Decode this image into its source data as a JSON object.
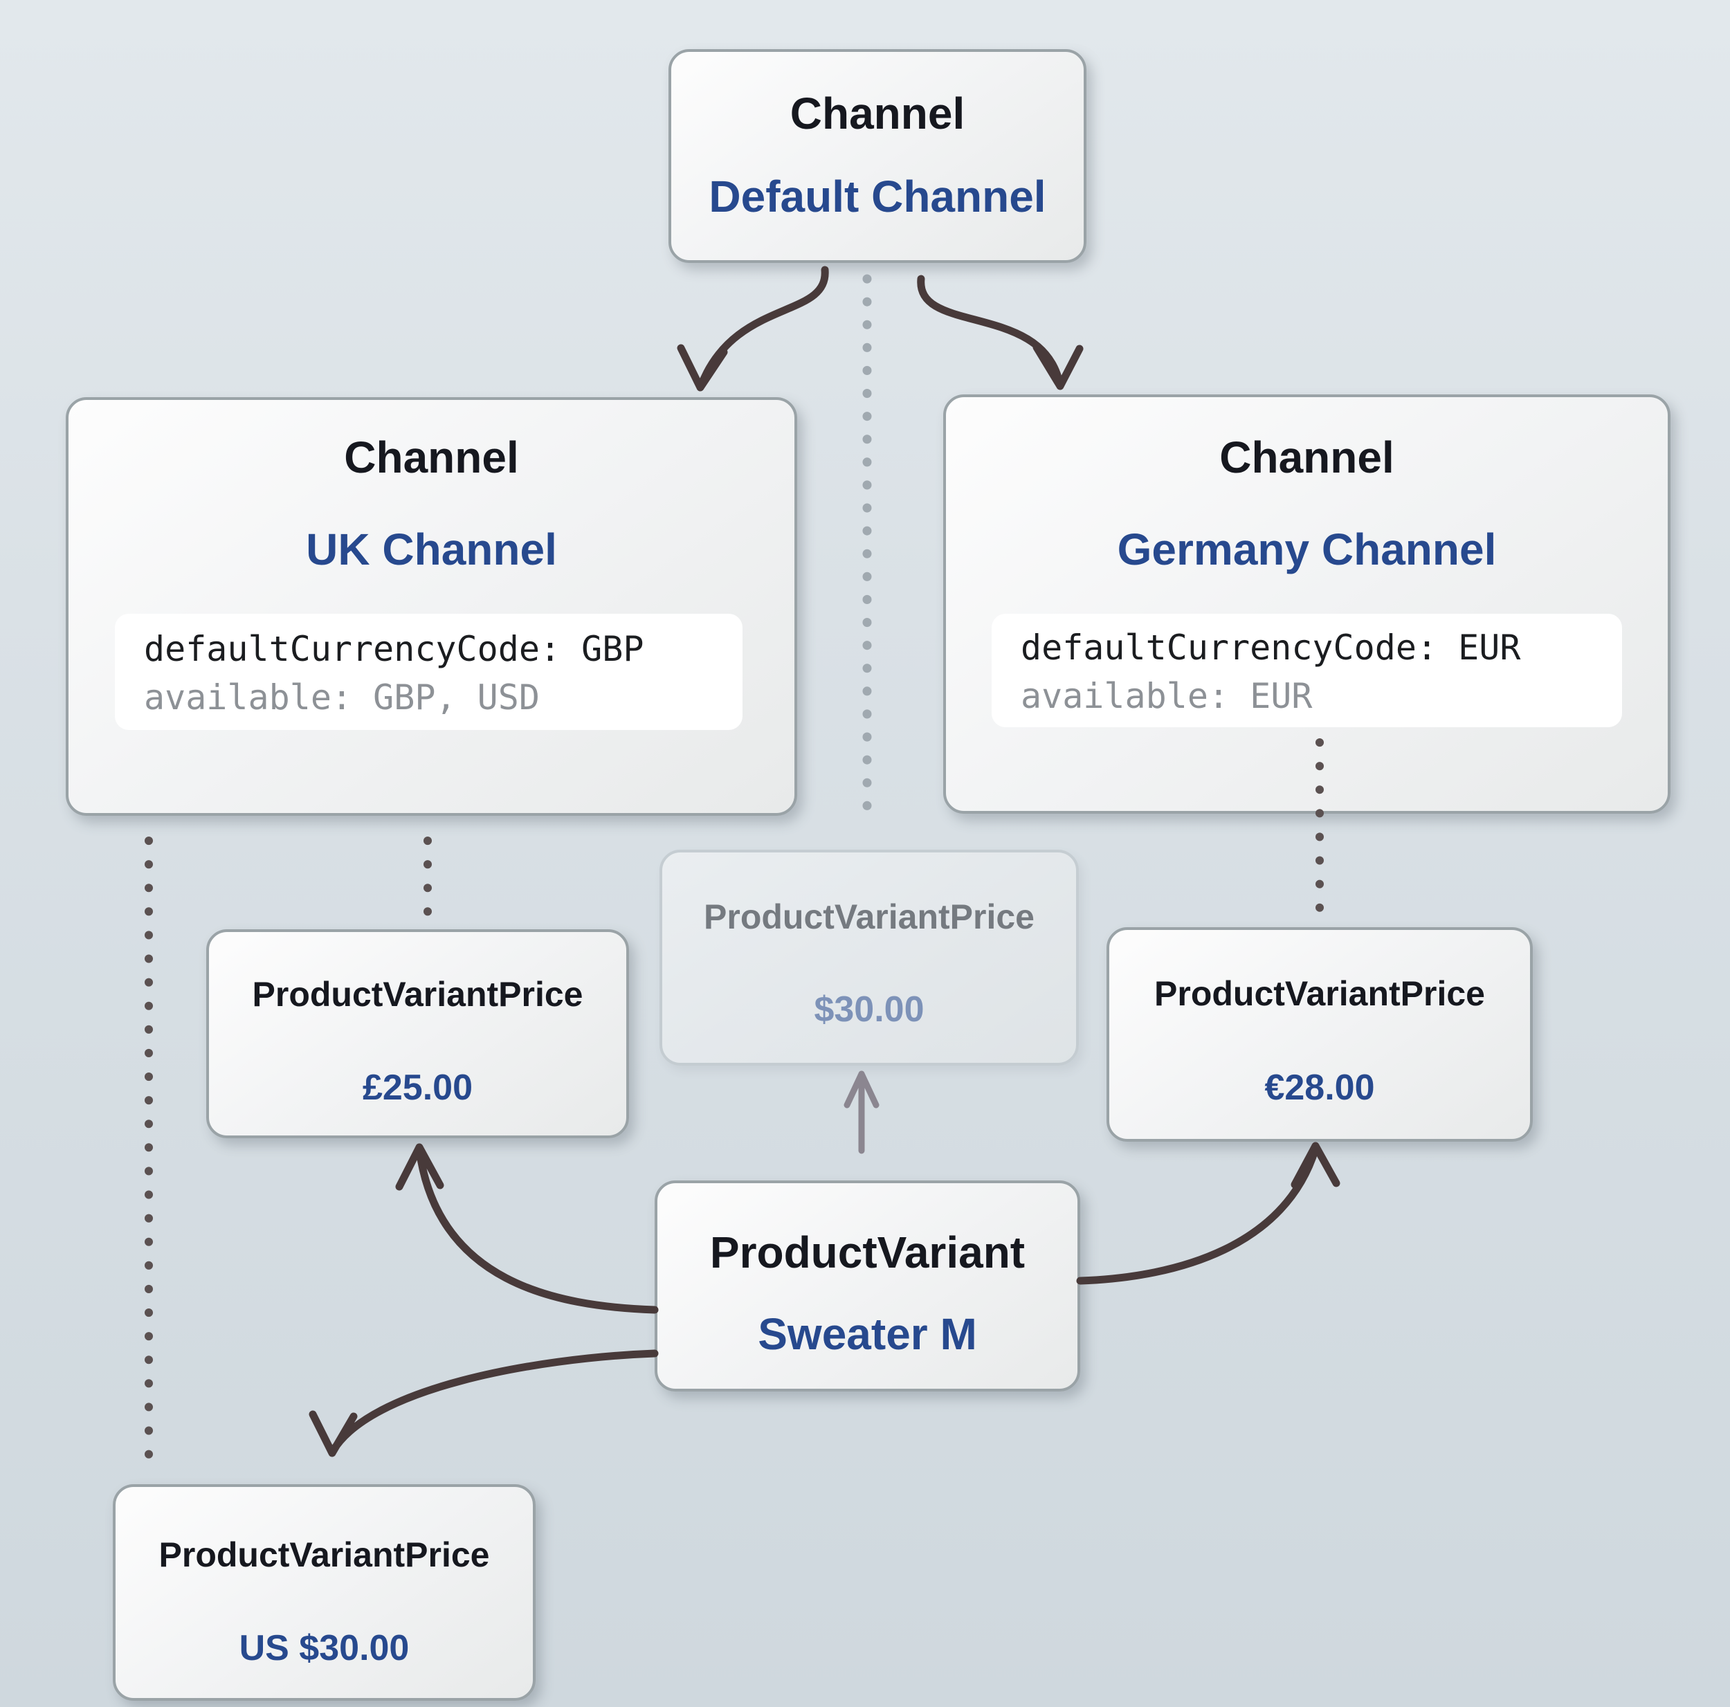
{
  "nodes": {
    "default_channel": {
      "type_label": "Channel",
      "name": "Default Channel"
    },
    "uk_channel": {
      "type_label": "Channel",
      "name": "UK Channel",
      "code_line1": "defaultCurrencyCode: GBP",
      "code_line2": "available: GBP, USD"
    },
    "germany_channel": {
      "type_label": "Channel",
      "name": "Germany Channel",
      "code_line1": "defaultCurrencyCode: EUR",
      "code_line2": "available: EUR"
    },
    "price_default": {
      "type_label": "ProductVariantPrice",
      "value": "$30.00"
    },
    "price_uk": {
      "type_label": "ProductVariantPrice",
      "value": "£25.00"
    },
    "price_germany": {
      "type_label": "ProductVariantPrice",
      "value": "€28.00"
    },
    "price_us": {
      "type_label": "ProductVariantPrice",
      "value": "US $30.00"
    },
    "product_variant": {
      "type_label": "ProductVariant",
      "name": "Sweater M"
    }
  },
  "edges": [
    {
      "from": "default_channel",
      "to": "uk_channel",
      "style": "solid-arrow"
    },
    {
      "from": "default_channel",
      "to": "germany_channel",
      "style": "solid-arrow"
    },
    {
      "from": "default_channel",
      "to": "price_default",
      "style": "dotted"
    },
    {
      "from": "uk_channel",
      "to": "price_uk",
      "style": "dotted"
    },
    {
      "from": "uk_channel",
      "to": "price_us",
      "style": "dotted"
    },
    {
      "from": "germany_channel",
      "to": "price_germany",
      "style": "dotted"
    },
    {
      "from": "product_variant",
      "to": "price_uk",
      "style": "solid-arrow"
    },
    {
      "from": "product_variant",
      "to": "price_us",
      "style": "solid-arrow"
    },
    {
      "from": "product_variant",
      "to": "price_germany",
      "style": "solid-arrow"
    },
    {
      "from": "product_variant",
      "to": "price_default",
      "style": "faded-arrow"
    }
  ],
  "colors": {
    "accent_blue": "#27498e",
    "title_dark": "#16181f",
    "arrow_dark": "#483a3a",
    "arrow_faded": "#8b8690",
    "dot_dark": "#5b5151",
    "dot_light": "#a0a9b0",
    "code_gray": "#8d9196",
    "box_border": "#9aa3a7",
    "bg_top": "#e2e8ec",
    "bg_bottom": "#cfd8de"
  }
}
